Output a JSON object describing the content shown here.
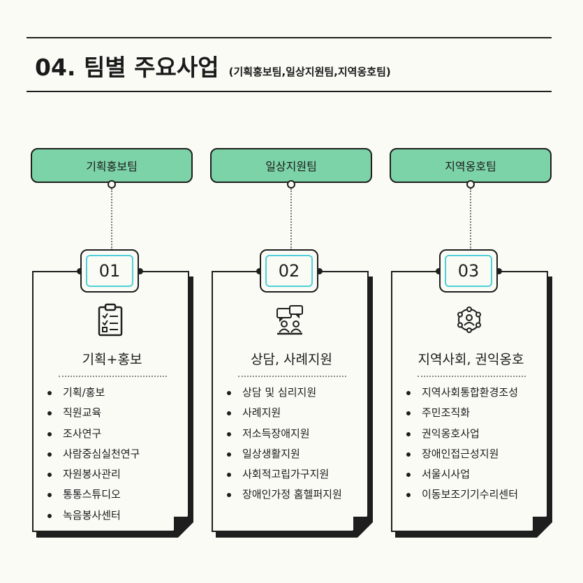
{
  "title": {
    "main": "04. 팀별 주요사업",
    "sub": "(기획홍보팀,일상지원팀,지역옹호팀)"
  },
  "colors": {
    "background": "#fbfbf6",
    "pill": "#7dd3a8",
    "number_frame": "#4fd0d8",
    "ink": "#1e1e1e"
  },
  "teams": [
    {
      "name": "기획홍보팀",
      "number": "01",
      "icon": "clipboard-checklist-icon",
      "heading": "기획+홍보",
      "items": [
        "기획/홍보",
        "직원교육",
        "조사연구",
        "사람중심실천연구",
        "자원봉사관리",
        "통통스튜디오",
        "녹음봉사센터"
      ]
    },
    {
      "name": "일상지원팀",
      "number": "02",
      "icon": "consultation-icon",
      "heading": "상담, 사례지원",
      "items": [
        "상담 및 심리지원",
        "사례지원",
        "저소득장애지원",
        "일상생활지원",
        "사회적고립가구지원",
        "장애인가정 홈헬퍼지원"
      ]
    },
    {
      "name": "지역옹호팀",
      "number": "03",
      "icon": "community-network-icon",
      "heading": "지역사회, 권익옹호",
      "items": [
        "지역사회통합환경조성",
        "주민조직화",
        "권익옹호사업",
        "장애인접근성지원",
        "서울시사업",
        "이동보조기기수리센터"
      ]
    }
  ]
}
